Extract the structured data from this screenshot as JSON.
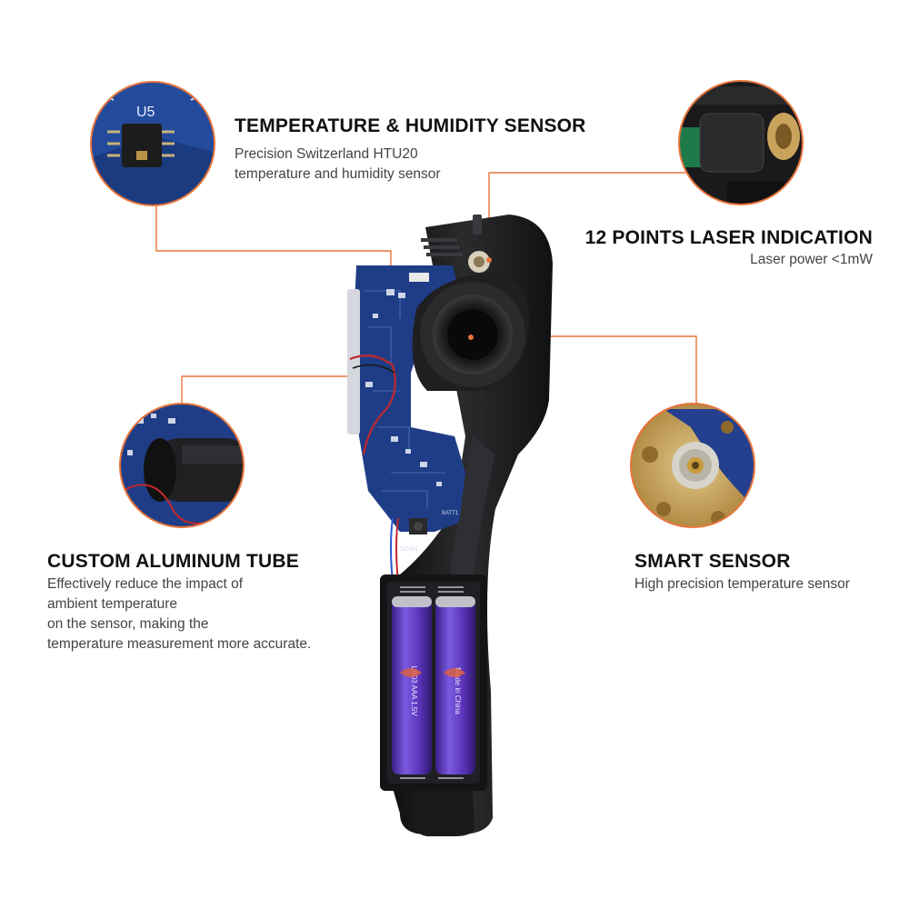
{
  "features": {
    "temp_humidity": {
      "title": "TEMPERATURE & HUMIDITY SENSOR",
      "lines": [
        "Precision Switzerland HTU20",
        "temperature and humidity sensor"
      ]
    },
    "laser": {
      "title": "12 POINTS LASER INDICATION",
      "lines": [
        "Laser power <1mW"
      ]
    },
    "aluminum_tube": {
      "title": "CUSTOM ALUMINUM TUBE",
      "lines": [
        "Effectively reduce the impact of",
        "ambient temperature",
        "on the sensor, making the",
        "temperature measurement more accurate."
      ]
    },
    "smart_sensor": {
      "title": "SMART SENSOR",
      "lines": [
        "High precision temperature sensor"
      ]
    }
  },
  "pcb_markings": {
    "chip_label": "U5",
    "scan_label": "SCAN",
    "batt_label": "BATT1"
  },
  "battery": {
    "print_a": "LR03 AAA 1.5V",
    "print_b": "Made in China"
  },
  "colors": {
    "accent_orange": "#e8743b",
    "pcb_blue": "#1f3d86",
    "battery_purple": "#5a33b8",
    "body_dark": "#1b1b1d"
  }
}
